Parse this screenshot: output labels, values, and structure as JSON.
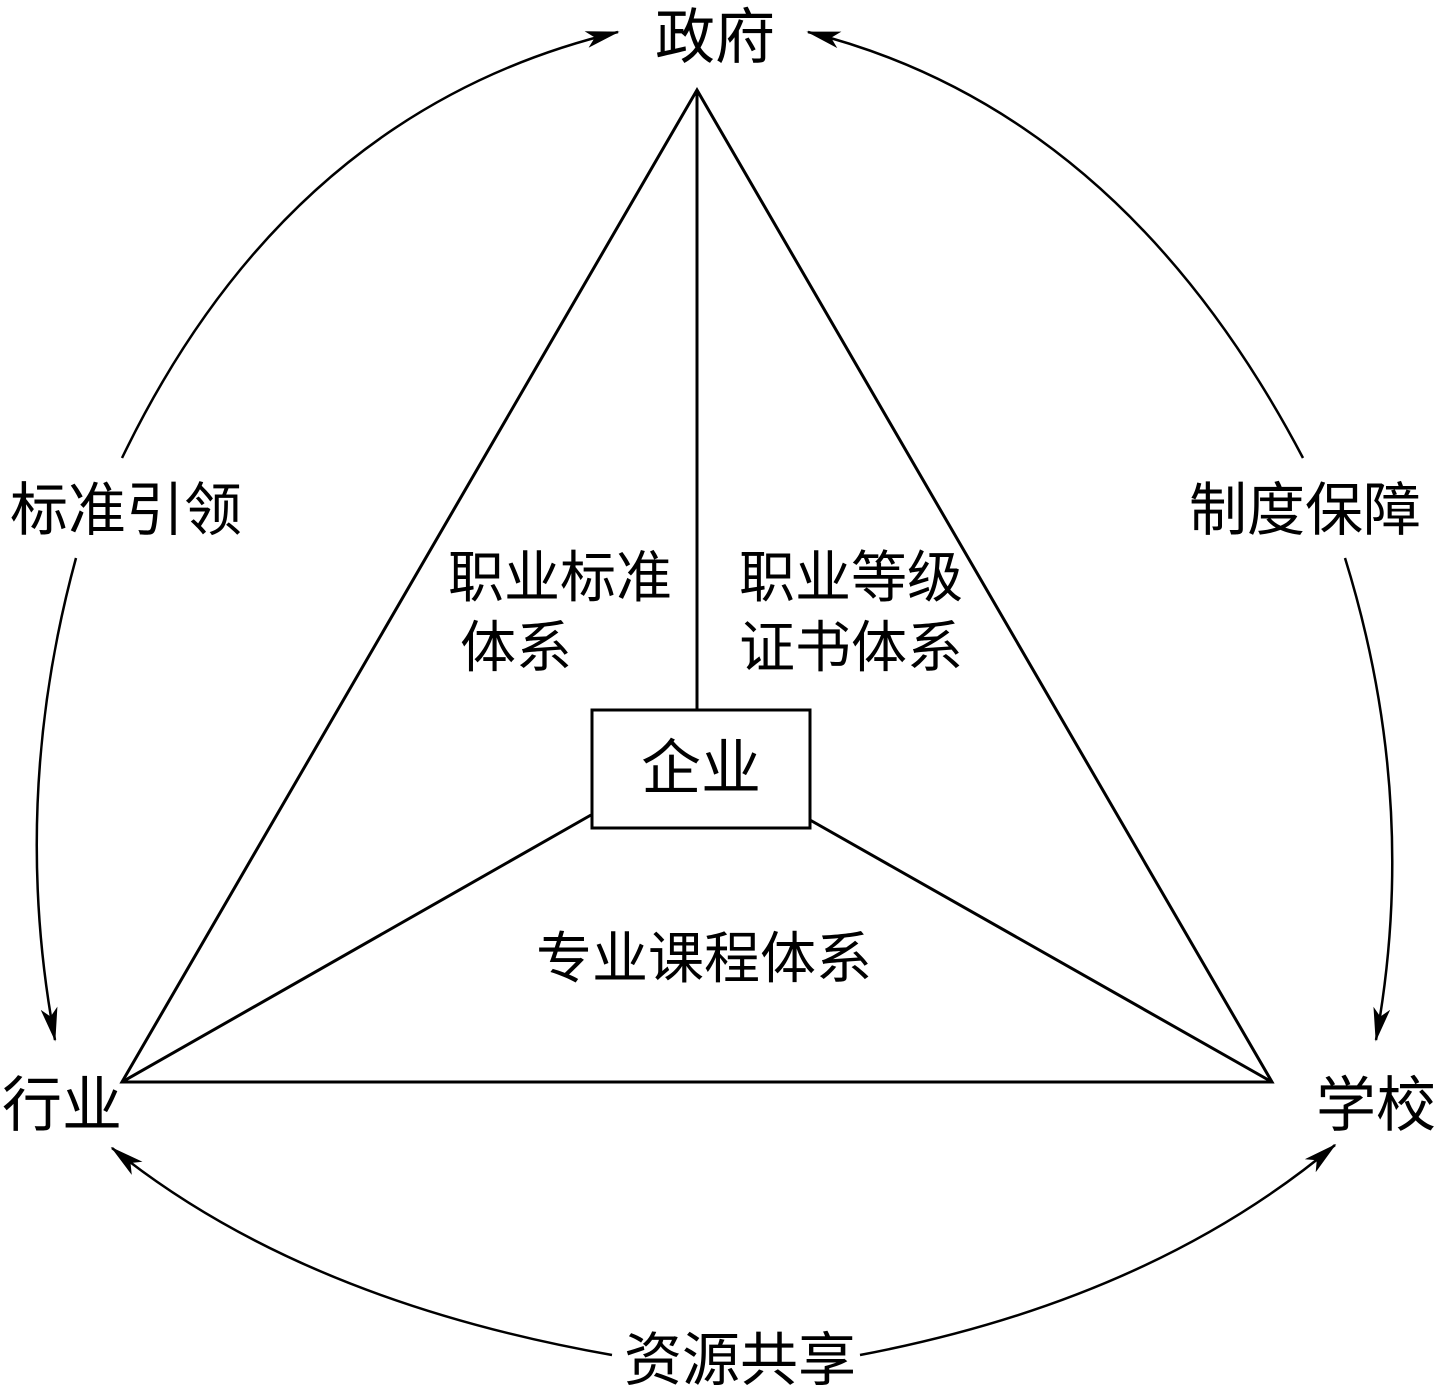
{
  "colors": {
    "stroke": "#000000",
    "background": "#ffffff"
  },
  "nodes": {
    "government": "政府",
    "industry": "行业",
    "school": "学校",
    "enterprise": "企业"
  },
  "arcs": {
    "left": "标准引领",
    "right": "制度保障",
    "bottom": "资源共享"
  },
  "systems": {
    "occupational_standard": [
      "职业标准",
      "体系"
    ],
    "skill_certificate": [
      "职业等级",
      "证书体系"
    ],
    "curriculum": "专业课程体系"
  }
}
